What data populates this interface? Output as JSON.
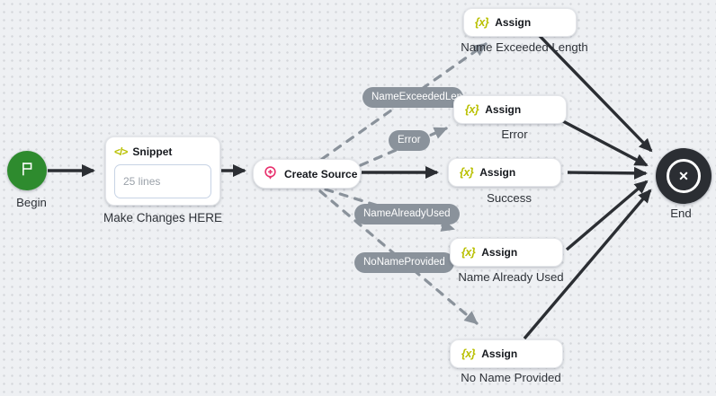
{
  "canvas": {
    "background": "#eef0f3",
    "dot_color": "#d4d7db"
  },
  "nodes": {
    "begin": {
      "label": "Begin",
      "color": "#2e8b2e",
      "icon": "flag-icon"
    },
    "snippet": {
      "title": "Snippet",
      "icon_glyph": "</>",
      "body": "25 lines",
      "caption": "Make Changes HERE"
    },
    "create_source": {
      "title": "Create Source",
      "icon": "location-plus-icon",
      "icon_color": "#e8316e"
    },
    "assigns": [
      {
        "title": "Assign",
        "icon_glyph": "{x}",
        "caption": "Name Exceeded Length"
      },
      {
        "title": "Assign",
        "icon_glyph": "{x}",
        "caption": "Error"
      },
      {
        "title": "Assign",
        "icon_glyph": "{x}",
        "caption": "Success"
      },
      {
        "title": "Assign",
        "icon_glyph": "{x}",
        "caption": "Name Already Used"
      },
      {
        "title": "Assign",
        "icon_glyph": "{x}",
        "caption": "No Name Provided"
      }
    ],
    "end": {
      "label": "End",
      "color": "#2b2e33",
      "icon_glyph": "✕"
    }
  },
  "edge_labels": {
    "name_exceeded": "NameExceededLength",
    "error": "Error",
    "name_already_used": "NameAlreadyUsed",
    "no_name_provided": "NoNameProvided"
  },
  "colors": {
    "icon_yellow_green": "#b9c000",
    "edge_dark": "#2b2e33",
    "edge_gray": "#8a929b"
  }
}
